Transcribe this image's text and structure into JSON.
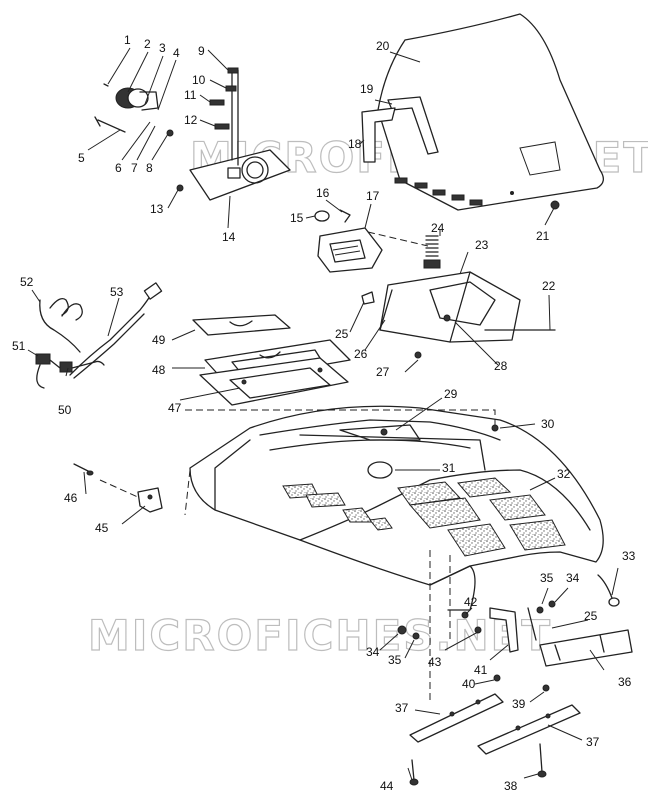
{
  "watermark": "MICROFICHES.NET",
  "callouts": [
    {
      "id": "c1",
      "text": "1"
    },
    {
      "id": "c2",
      "text": "2"
    },
    {
      "id": "c3",
      "text": "3"
    },
    {
      "id": "c4",
      "text": "4"
    },
    {
      "id": "c5",
      "text": "5"
    },
    {
      "id": "c6",
      "text": "6"
    },
    {
      "id": "c7",
      "text": "7"
    },
    {
      "id": "c8",
      "text": "8"
    },
    {
      "id": "c9",
      "text": "9"
    },
    {
      "id": "c10",
      "text": "10"
    },
    {
      "id": "c11",
      "text": "11"
    },
    {
      "id": "c12",
      "text": "12"
    },
    {
      "id": "c13",
      "text": "13"
    },
    {
      "id": "c14",
      "text": "14"
    },
    {
      "id": "c15",
      "text": "15"
    },
    {
      "id": "c16",
      "text": "16"
    },
    {
      "id": "c17",
      "text": "17"
    },
    {
      "id": "c18",
      "text": "18"
    },
    {
      "id": "c19",
      "text": "19"
    },
    {
      "id": "c20",
      "text": "20"
    },
    {
      "id": "c21",
      "text": "21"
    },
    {
      "id": "c22",
      "text": "22"
    },
    {
      "id": "c23",
      "text": "23"
    },
    {
      "id": "c24",
      "text": "24"
    },
    {
      "id": "c25a",
      "text": "25"
    },
    {
      "id": "c26",
      "text": "26"
    },
    {
      "id": "c27",
      "text": "27"
    },
    {
      "id": "c28",
      "text": "28"
    },
    {
      "id": "c29",
      "text": "29"
    },
    {
      "id": "c30",
      "text": "30"
    },
    {
      "id": "c31",
      "text": "31"
    },
    {
      "id": "c32",
      "text": "32"
    },
    {
      "id": "c33",
      "text": "33"
    },
    {
      "id": "c34a",
      "text": "34"
    },
    {
      "id": "c35a",
      "text": "35"
    },
    {
      "id": "c25b",
      "text": "25"
    },
    {
      "id": "c36",
      "text": "36"
    },
    {
      "id": "c34b",
      "text": "34"
    },
    {
      "id": "c35b",
      "text": "35"
    },
    {
      "id": "c42",
      "text": "42"
    },
    {
      "id": "c43",
      "text": "43"
    },
    {
      "id": "c41",
      "text": "41"
    },
    {
      "id": "c40",
      "text": "40"
    },
    {
      "id": "c39",
      "text": "39"
    },
    {
      "id": "c37a",
      "text": "37"
    },
    {
      "id": "c37b",
      "text": "37"
    },
    {
      "id": "c38",
      "text": "38"
    },
    {
      "id": "c44",
      "text": "44"
    },
    {
      "id": "c45",
      "text": "45"
    },
    {
      "id": "c46",
      "text": "46"
    },
    {
      "id": "c47",
      "text": "47"
    },
    {
      "id": "c48",
      "text": "48"
    },
    {
      "id": "c49",
      "text": "49"
    },
    {
      "id": "c50",
      "text": "50"
    },
    {
      "id": "c51",
      "text": "51"
    },
    {
      "id": "c52",
      "text": "52"
    },
    {
      "id": "c53",
      "text": "53"
    }
  ]
}
